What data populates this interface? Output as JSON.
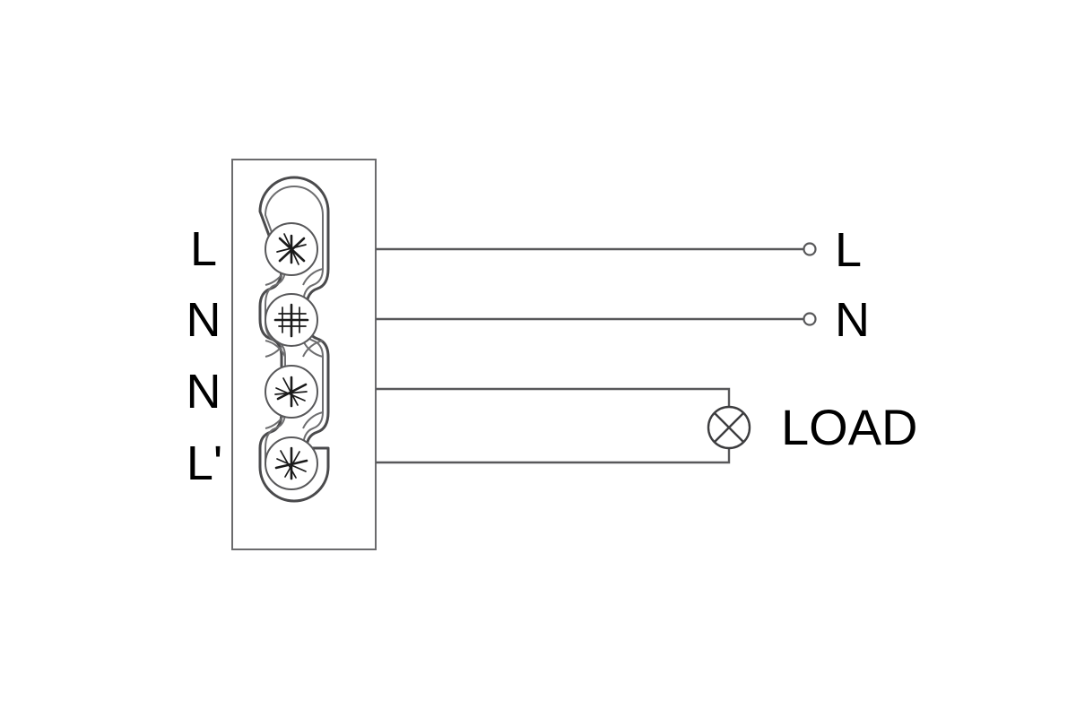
{
  "diagram": {
    "title": "Terminal block wiring diagram",
    "device": {
      "name": "terminal-block-device",
      "terminal_count": 4
    },
    "terminal_labels": [
      {
        "id": "terminal-1",
        "label": "L",
        "icon": "screw-icon"
      },
      {
        "id": "terminal-2",
        "label": "N",
        "icon": "screw-icon"
      },
      {
        "id": "terminal-3",
        "label": "N",
        "icon": "screw-icon"
      },
      {
        "id": "terminal-4",
        "label": "L'",
        "icon": "screw-icon"
      }
    ],
    "supply_terminals": [
      {
        "id": "supply-line",
        "label": "L",
        "icon": "open-node-icon"
      },
      {
        "id": "supply-neutral",
        "label": "N",
        "icon": "open-node-icon"
      }
    ],
    "load": {
      "label": "LOAD",
      "icon": "lamp-icon"
    },
    "colors": {
      "background": "#ffffff",
      "line": "#58585a",
      "line_dark": "#3d3d3f",
      "strip_outline": "#4a4a4c",
      "text": "#000000"
    }
  }
}
